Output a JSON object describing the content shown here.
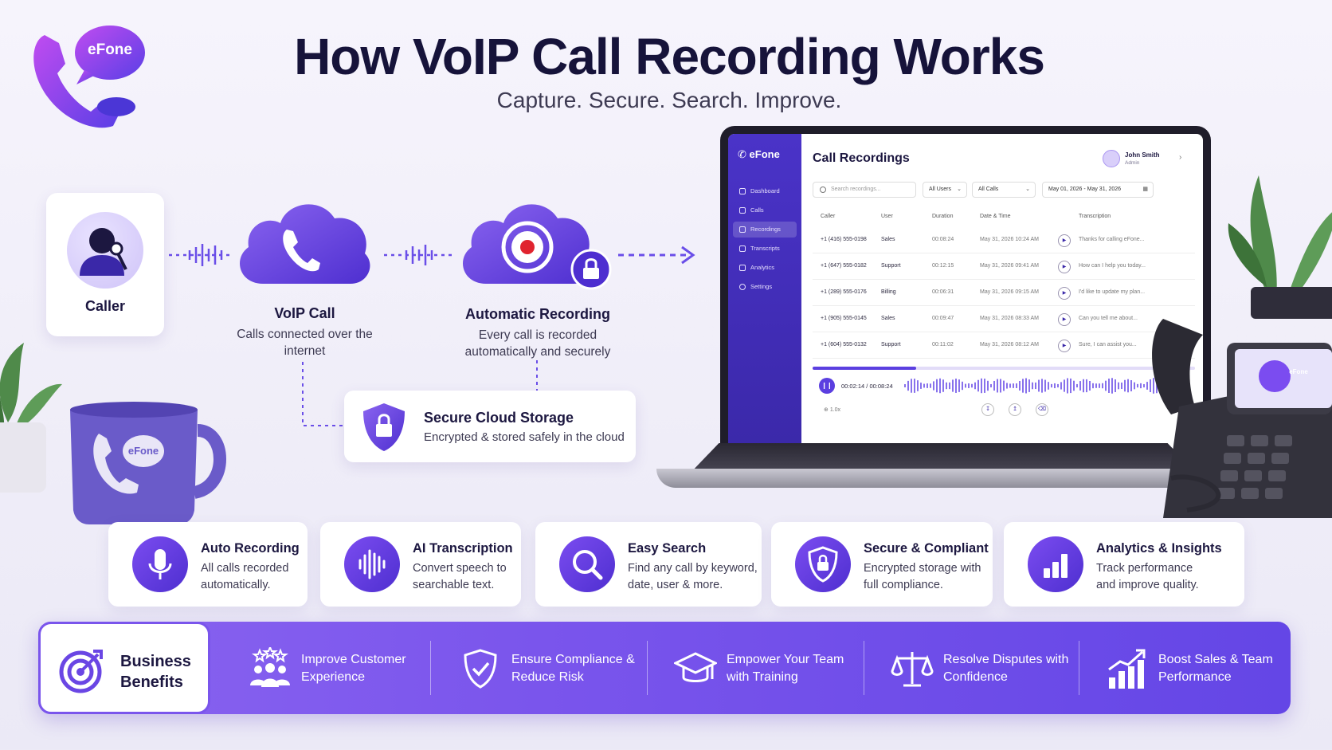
{
  "brand": {
    "logo_text": "eFone",
    "accent": "#5b3fe0",
    "accent_light": "#8a64f0"
  },
  "header": {
    "title": "How VoIP Call Recording Works",
    "subtitle": "Capture. Secure. Search. Improve."
  },
  "flow": {
    "caller": {
      "label": "Caller",
      "icon": "caller-headset-icon"
    },
    "voip": {
      "title": "VoIP Call",
      "desc": "Calls connected over the internet",
      "icon": "phone-cloud-icon"
    },
    "recording": {
      "title": "Automatic Recording",
      "desc": "Every call is recorded automatically and securely",
      "icon": "record-cloud-icon"
    },
    "storage": {
      "title": "Secure Cloud Storage",
      "desc": "Encrypted & stored safely in the cloud",
      "icon": "lock-shield-icon"
    }
  },
  "mug": {
    "logo_text": "eFone"
  },
  "app": {
    "brand": "eFone",
    "title": "Call Recordings",
    "user": {
      "name": "John Smith",
      "role": "Admin"
    },
    "nav": [
      "Dashboard",
      "Calls",
      "Recordings",
      "Transcripts",
      "Analytics",
      "Settings"
    ],
    "active_nav": "Recordings",
    "search_placeholder": "Search recordings...",
    "filters": {
      "users": "All Users",
      "calls": "All Calls",
      "date_range": "May 01, 2026 - May 31, 2026"
    },
    "columns": [
      "Caller",
      "User",
      "Duration",
      "Date & Time",
      "Transcription"
    ],
    "rows": [
      {
        "caller": "+1 (416) 555-0198",
        "user": "Sales",
        "duration": "00:08:24",
        "datetime": "May 31, 2026 10:24 AM",
        "transcript": "Thanks for calling eFone..."
      },
      {
        "caller": "+1 (647) 555-0182",
        "user": "Support",
        "duration": "00:12:15",
        "datetime": "May 31, 2026 09:41 AM",
        "transcript": "How can I help you today..."
      },
      {
        "caller": "+1 (289) 555-0176",
        "user": "Billing",
        "duration": "00:06:31",
        "datetime": "May 31, 2026 09:15 AM",
        "transcript": "I'd like to update my plan..."
      },
      {
        "caller": "+1 (905) 555-0145",
        "user": "Sales",
        "duration": "00:09:47",
        "datetime": "May 31, 2026 08:33 AM",
        "transcript": "Can you tell me about..."
      },
      {
        "caller": "+1 (604) 555-0132",
        "user": "Support",
        "duration": "00:11:02",
        "datetime": "May 31, 2026 08:12 AM",
        "transcript": "Sure, I can assist you..."
      }
    ],
    "player": {
      "time": "00:02:14 / 00:08:24",
      "speed": "1.0x",
      "progress": 0.27
    }
  },
  "desk_phone": {
    "logo_text": "eFone"
  },
  "features": [
    {
      "title": "Auto Recording",
      "desc": "All calls recorded automatically.",
      "icon": "microphone-icon"
    },
    {
      "title": "AI Transcription",
      "desc": "Convert speech to searchable text.",
      "icon": "soundwave-icon"
    },
    {
      "title": "Easy Search",
      "desc": "Find any call by keyword, date, user & more.",
      "icon": "magnifier-icon"
    },
    {
      "title": "Secure & Compliant",
      "desc": "Encrypted storage with full compliance.",
      "icon": "shield-lock-icon"
    },
    {
      "title": "Analytics & Insights",
      "desc": "Track performance and improve quality.",
      "icon": "bar-chart-icon"
    }
  ],
  "benefits": {
    "title": "Business Benefits",
    "icon": "target-icon",
    "items": [
      {
        "label": "Improve Customer Experience",
        "icon": "stars-people-icon"
      },
      {
        "label": "Ensure Compliance & Reduce Risk",
        "icon": "shield-check-icon"
      },
      {
        "label": "Empower Your Team with Training",
        "icon": "graduation-cap-icon"
      },
      {
        "label": "Resolve Disputes with Confidence",
        "icon": "scales-icon"
      },
      {
        "label": "Boost Sales & Team Performance",
        "icon": "growth-chart-icon"
      }
    ]
  }
}
